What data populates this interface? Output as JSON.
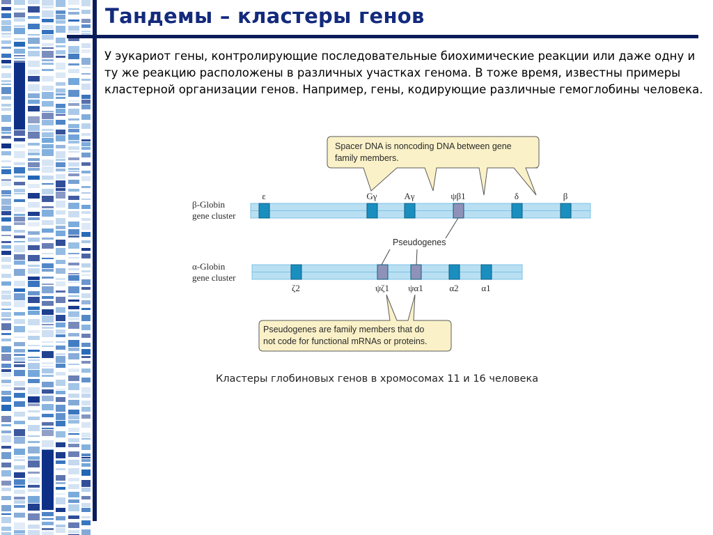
{
  "slide": {
    "title": "Тандемы – кластеры генов",
    "intro_text": "У эукариот гены, контролирующие последовательные биохимические реакции или даже одну и ту же реакцию расположены в различных участках генома. В тоже время, известны примеры кластерной организации генов. Например, гены, кодирующие различные гемоглобины человека.",
    "caption": "Кластеры глобиновых генов в хромосомах 11 и 16 человека"
  },
  "figure": {
    "spacer_callout": [
      "Spacer DNA is noncoding DNA between gene",
      "family members."
    ],
    "pseudogene_callout": [
      "Pseudogenes are family members that do",
      "not code for functional mRNAs or proteins."
    ],
    "pseudogenes_label": "Pseudogenes",
    "beta_cluster": {
      "label_line1": "β-Globin",
      "label_line2": "gene cluster",
      "genes": [
        "ε",
        "Gγ",
        "Aγ",
        "ψβ1",
        "δ",
        "β"
      ],
      "pseudogene_flags": [
        false,
        false,
        false,
        true,
        false,
        false
      ]
    },
    "alpha_cluster": {
      "label_line1": "α-Globin",
      "label_line2": "gene cluster",
      "genes": [
        "ζ2",
        "ψζ1",
        "ψα1",
        "α2",
        "α1"
      ],
      "pseudogene_flags": [
        false,
        true,
        true,
        false,
        false
      ]
    },
    "colors": {
      "gene": "#1a8fbf",
      "gene_dark": "#0b5f86",
      "pseudogene": "#8f92b8",
      "chromosome": "#b9dff2",
      "chromosome_edge": "#7cc3e6",
      "callout_fill": "#faf1c8",
      "callout_stroke": "#5a5a5a"
    }
  },
  "theme": {
    "title_color": "#132a7c",
    "rule_color": "#0b1c5a",
    "strip_colors": [
      "#1e63b6",
      "#6ea3d8",
      "#c3d8ef",
      "#0d2f86"
    ]
  }
}
